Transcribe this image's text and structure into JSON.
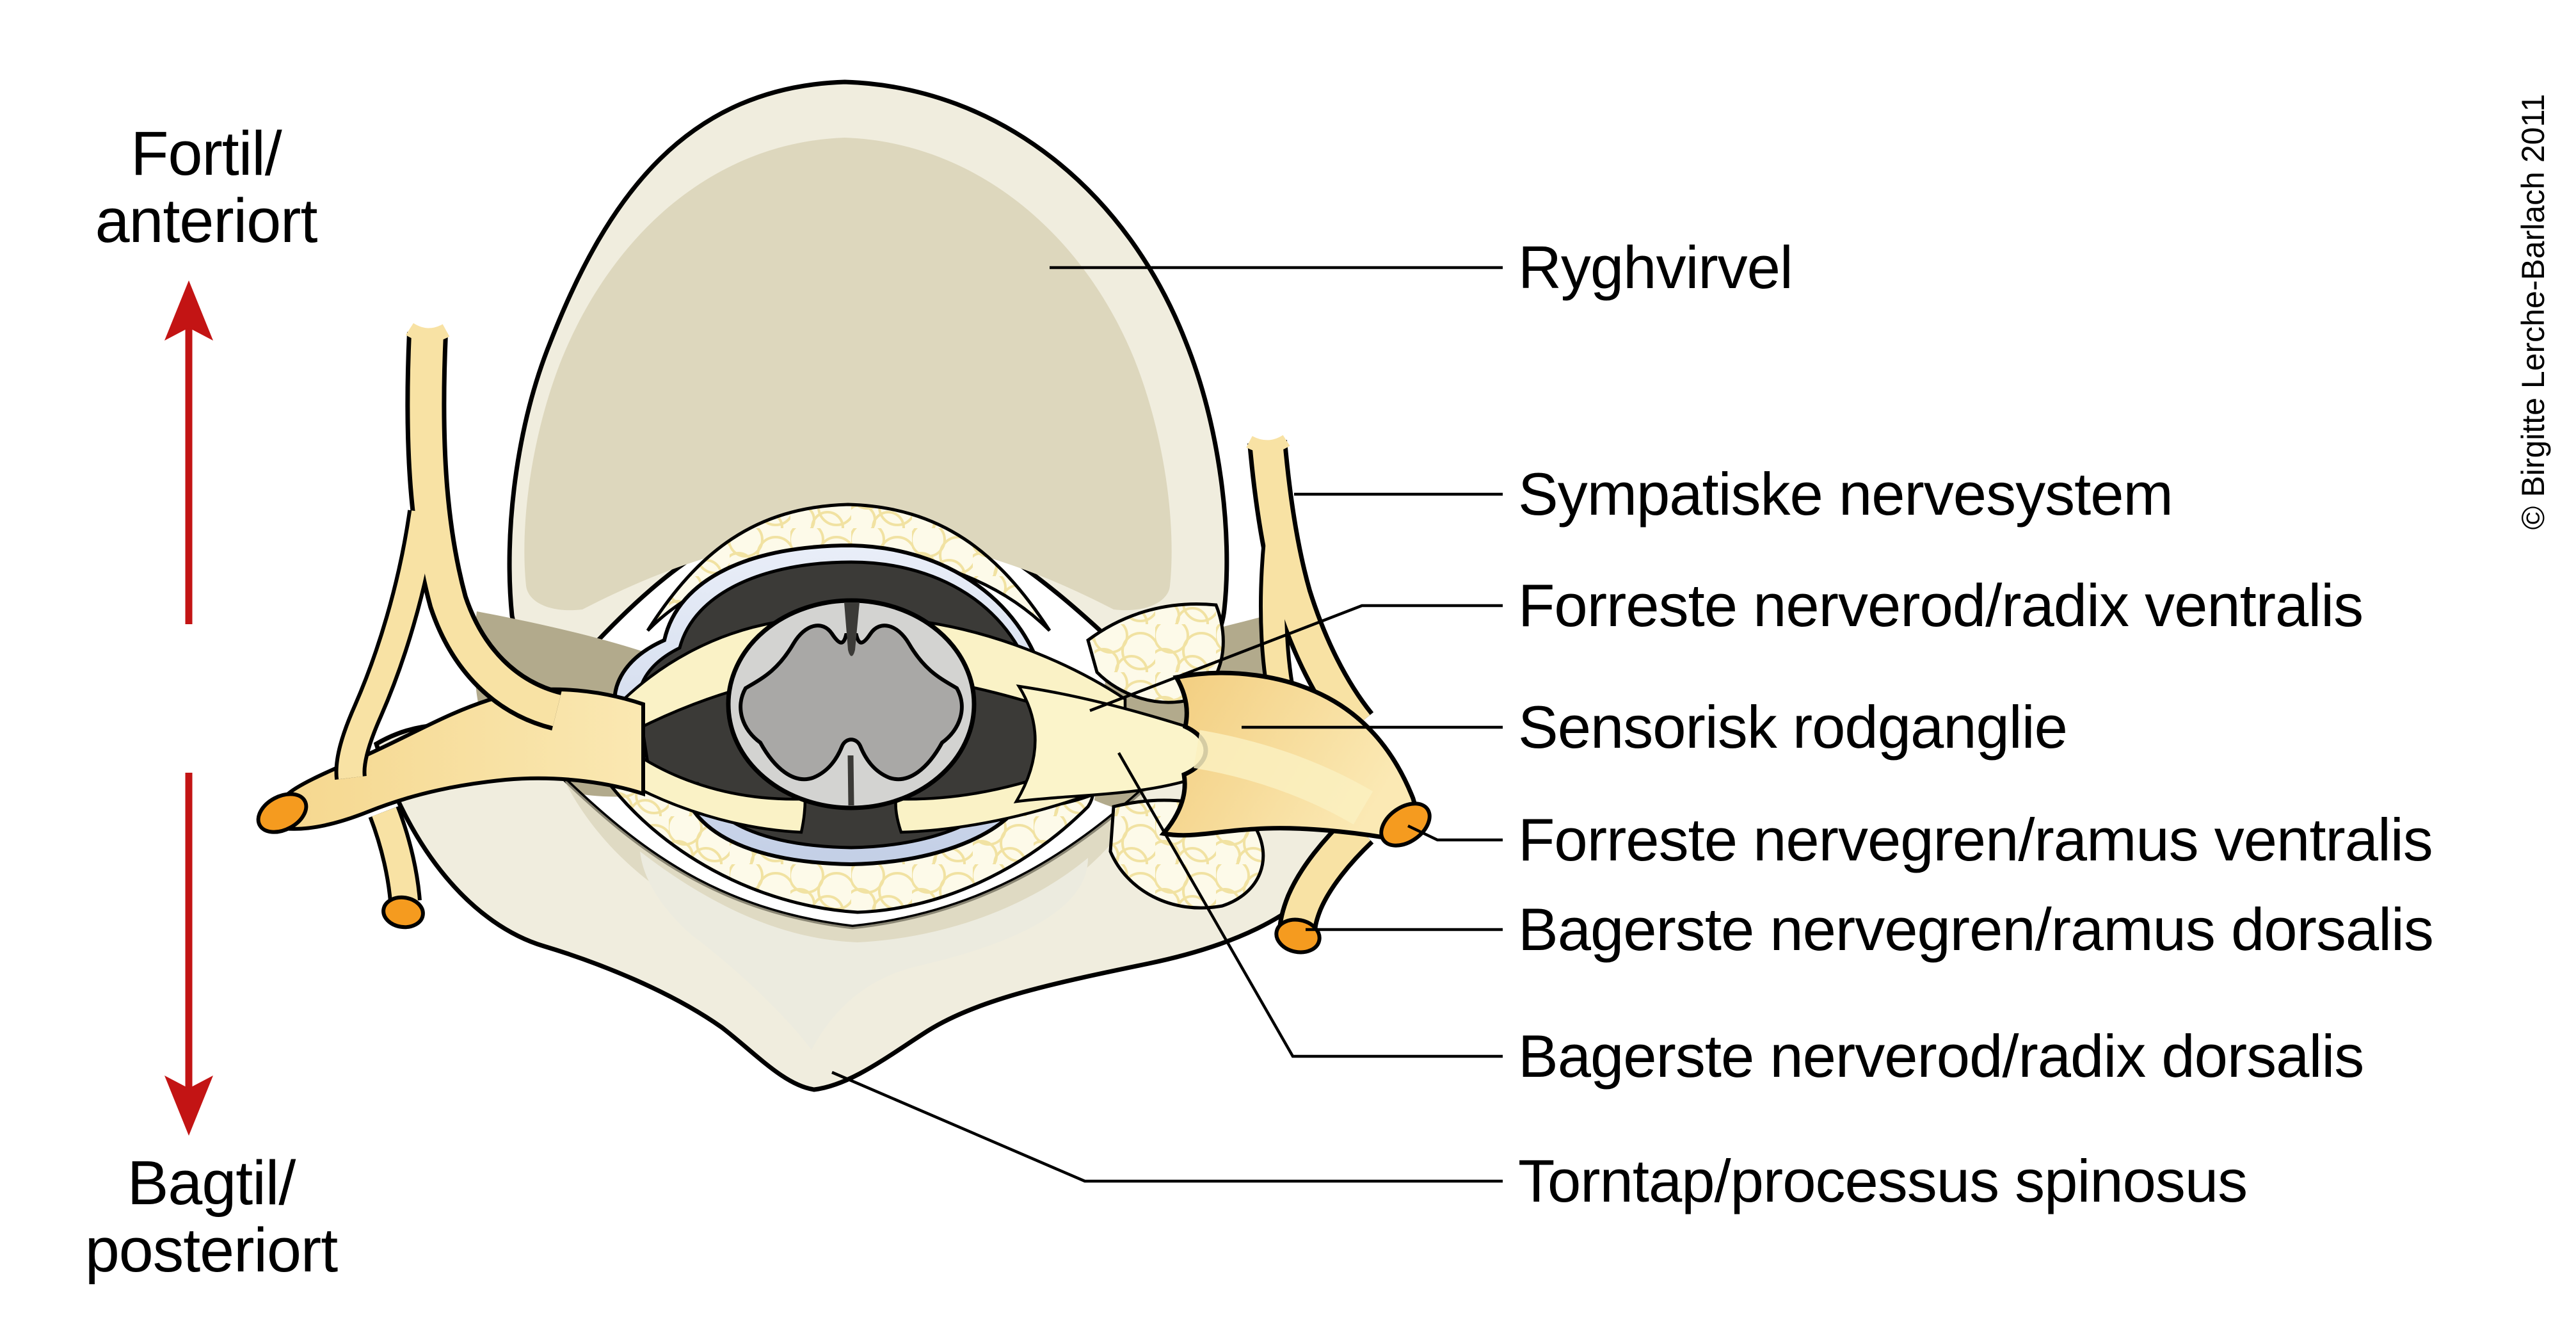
{
  "figure": {
    "type": "anatomical-diagram",
    "subject": "Tværsnit af ryghvirvel med rygmarv og nerverødder",
    "background": "#ffffff",
    "copyright": "© Birgitte Lerche-Barlach 2011"
  },
  "direction_labels": {
    "top": {
      "line1": "Fortil/",
      "line2": "anteriort"
    },
    "bottom": {
      "line1": "Bagtil/",
      "line2": "posteriort"
    }
  },
  "labels": [
    {
      "text": "Ryghvirvel"
    },
    {
      "text": "Sympatiske nervesystem"
    },
    {
      "text": "Forreste nerverod/radix ventralis"
    },
    {
      "text": "Sensorisk rodganglie"
    },
    {
      "text": "Forreste nervegren/ramus ventralis"
    },
    {
      "text": "Bagerste nervegren/ramus dorsalis"
    },
    {
      "text": "Bagerste nerverod/radix dorsalis"
    },
    {
      "text": "Torntap/processus spinosus"
    }
  ],
  "icons": {
    "up_arrow": "anterior-direction-arrow",
    "down_arrow": "posterior-direction-arrow"
  },
  "colors": {
    "arrow_red": "#c31414",
    "outline_black": "#000000",
    "bone_outer": "#f0edde",
    "bone_inner": "#ddd7bd",
    "bone_shadow": "#b2aa8c",
    "arch_core_light": "#ecebdf",
    "fat_base": "#fdfae9",
    "fat_cell_stroke": "#f1e2a2",
    "canal_dark": "#3b3a37",
    "dura_blue": "#cdd8ec",
    "cord_white_matter": "#d3d3d1",
    "cord_gray_matter": "#a9a8a6",
    "nerve_pale": "#faf2c6",
    "nerve_yellow": "#f6dc96",
    "nerve_yellow_deep": "#f2cd7e",
    "nerve_cut_orange": "#f59b1f"
  }
}
